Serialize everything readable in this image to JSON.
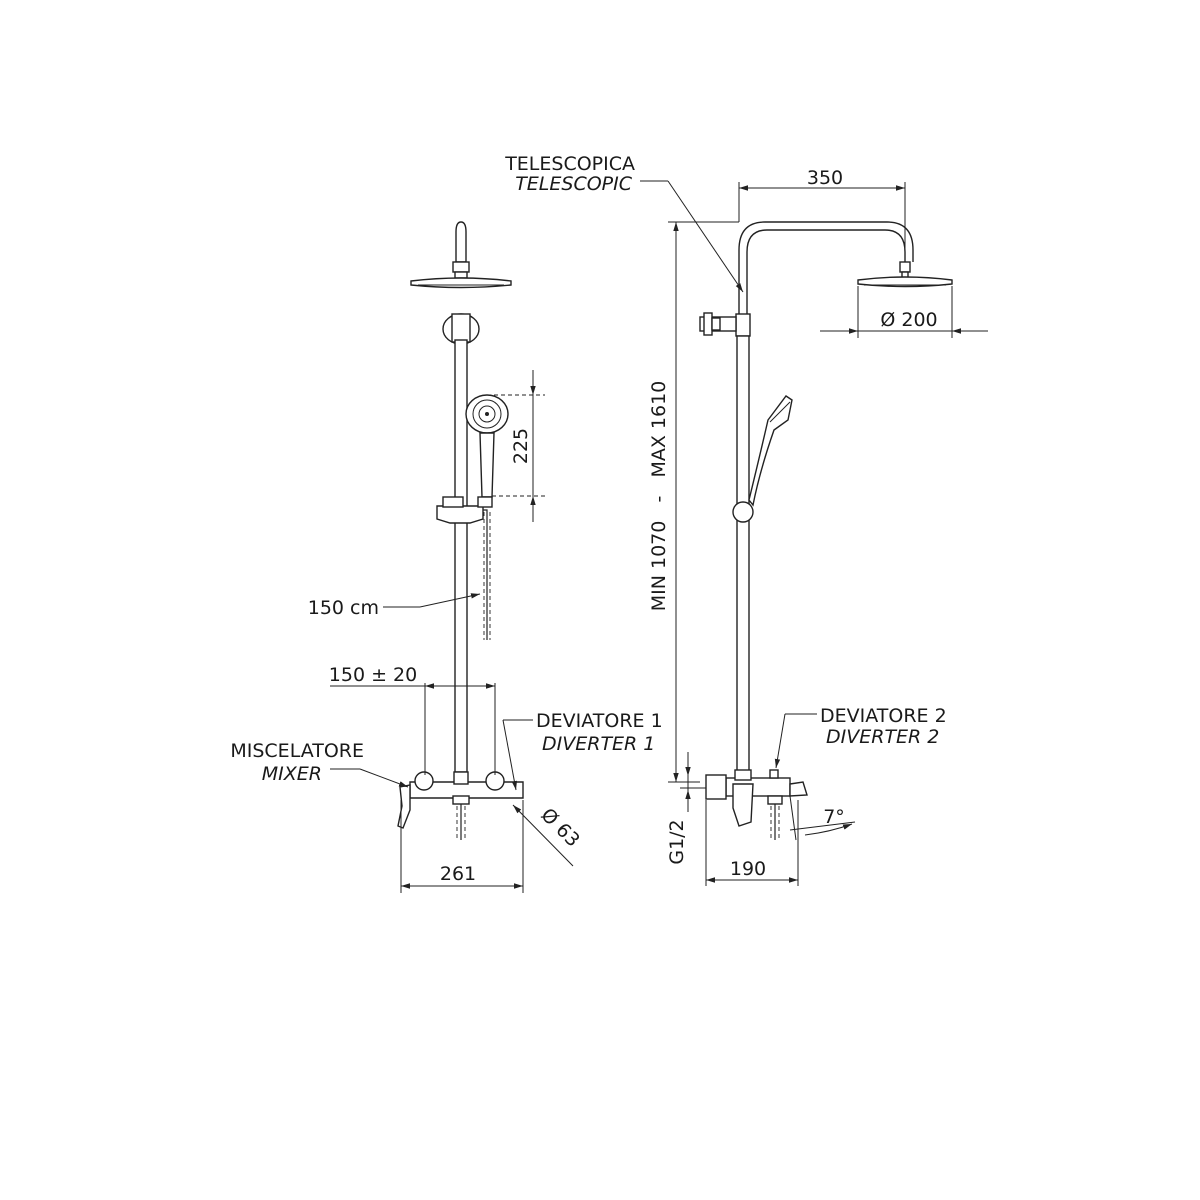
{
  "labels": {
    "telescopic_it": "TELESCOPICA",
    "telescopic_en": "TELESCOPIC",
    "mixer_it": "MISCELATORE",
    "mixer_en": "MIXER",
    "diverter1_it": "DEVIATORE 1",
    "diverter1_en": "DIVERTER 1",
    "diverter2_it": "DEVIATORE 2",
    "diverter2_en": "DIVERTER 2",
    "hose_length": "150 cm"
  },
  "dimensions": {
    "arm_length": "350",
    "head_diameter": "Ø 200",
    "hand_shower_height": "225",
    "inlet_spacing": "150 ± 20",
    "mixer_width": "261",
    "handle_diameter": "Ø 63",
    "height_range": "MIN 1070   -   MAX 1610",
    "thread": "G1/2",
    "depth": "190",
    "spout_angle": "7°"
  }
}
